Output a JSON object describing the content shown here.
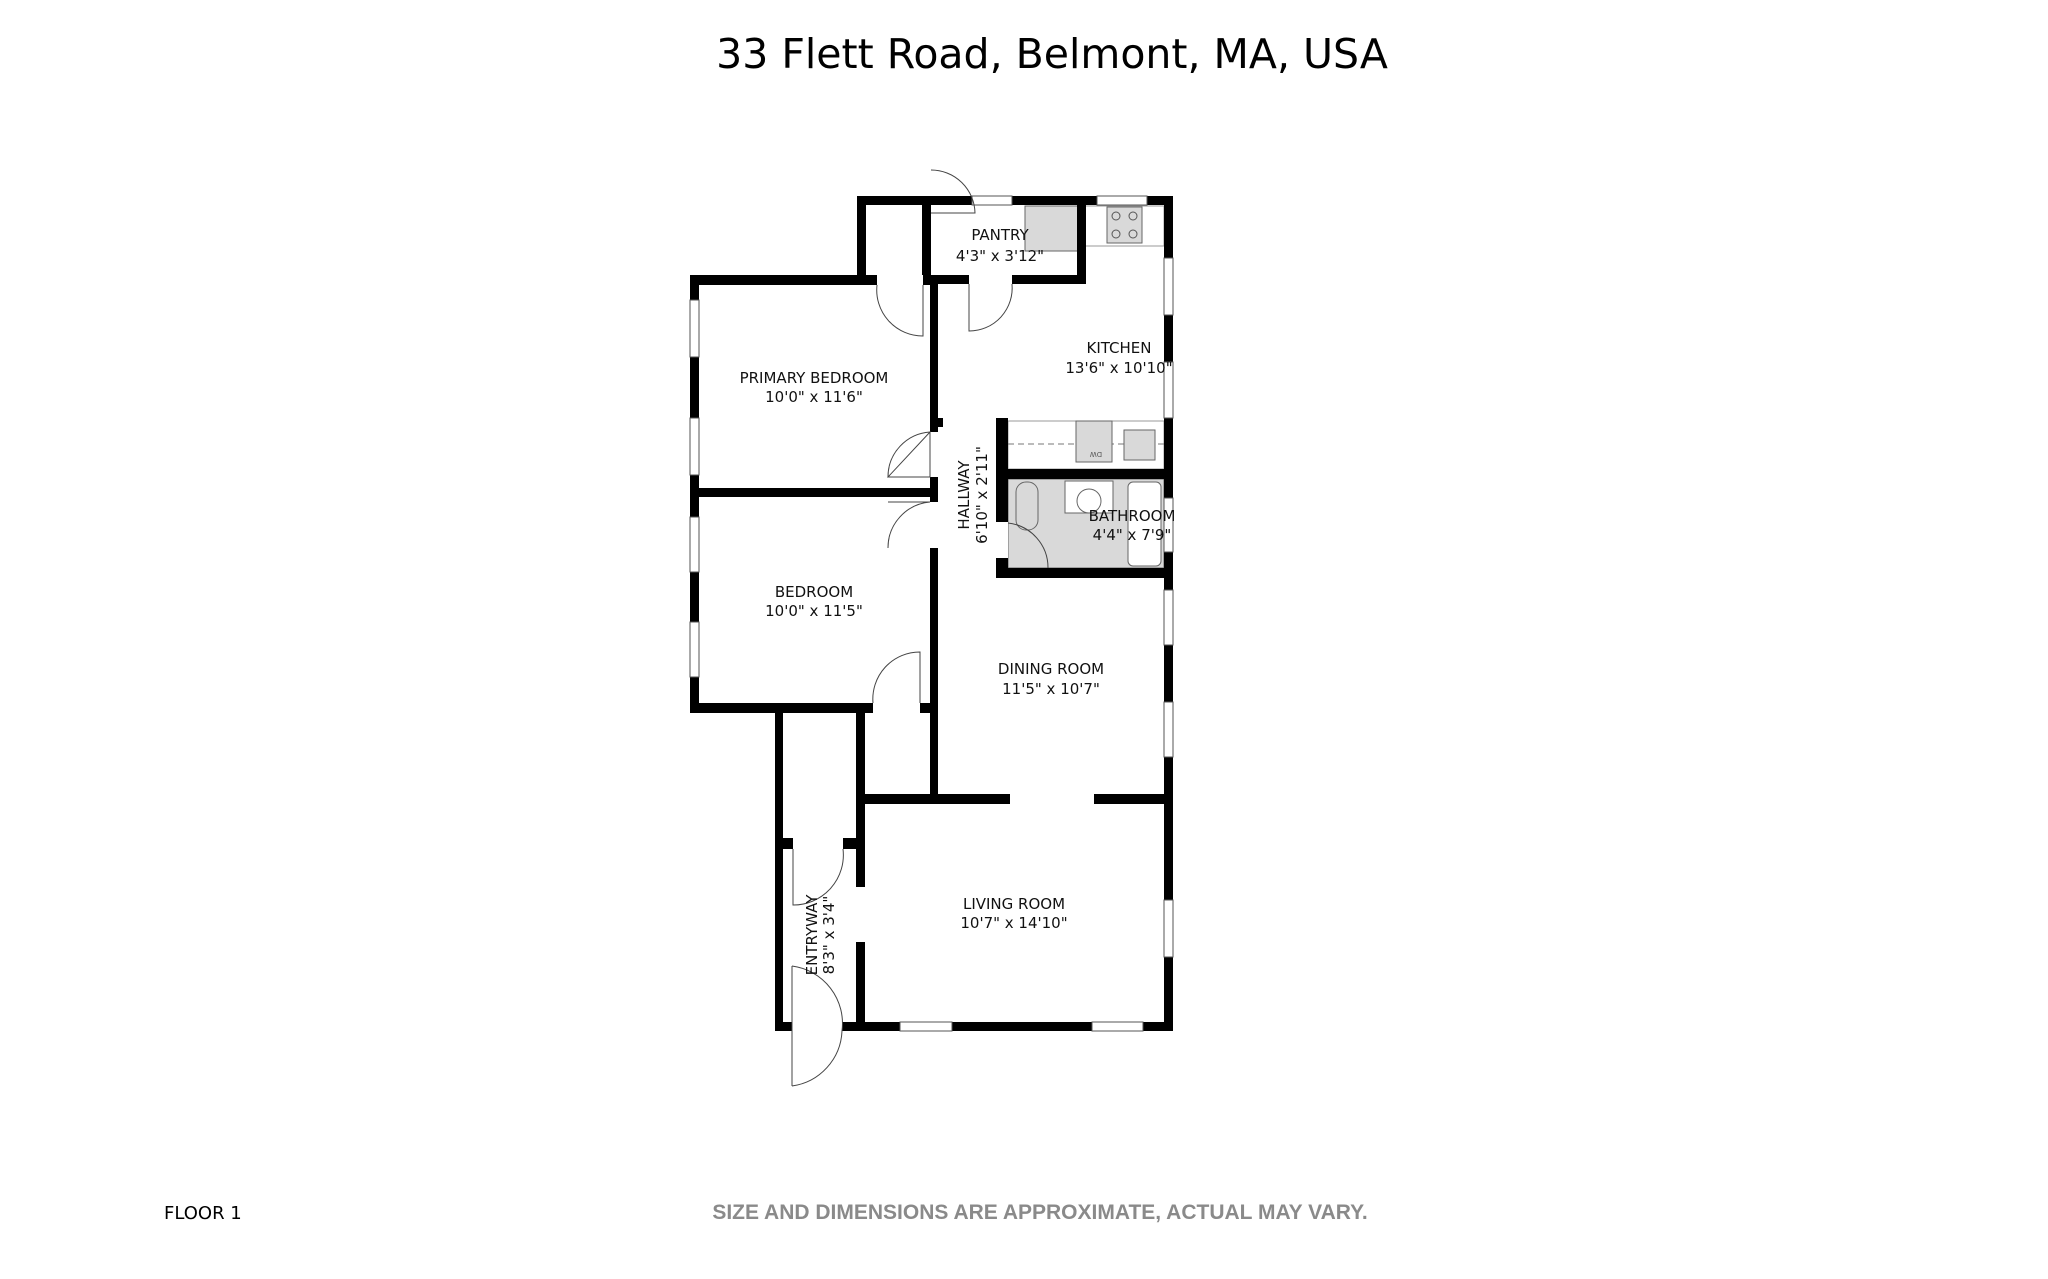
{
  "title": "33 Flett Road, Belmont, MA, USA",
  "floor_label": "FLOOR 1",
  "disclaimer": "SIZE AND DIMENSIONS ARE APPROXIMATE, ACTUAL MAY VARY.",
  "rooms": {
    "pantry": {
      "name": "PANTRY",
      "dims": "4'3\" x 3'12\""
    },
    "kitchen": {
      "name": "KITCHEN",
      "dims": "13'6\" x 10'10\""
    },
    "primary_bedroom": {
      "name": "PRIMARY BEDROOM",
      "dims": "10'0\" x 11'6\""
    },
    "hallway": {
      "name": "HALLWAY",
      "dims": "6'10\" x 2'11\""
    },
    "bathroom": {
      "name": "BATHROOM",
      "dims": "4'4\" x 7'9\""
    },
    "bedroom": {
      "name": "BEDROOM",
      "dims": "10'0\" x 11'5\""
    },
    "dining_room": {
      "name": "DINING ROOM",
      "dims": "11'5\" x 10'7\""
    },
    "living_room": {
      "name": "LIVING ROOM",
      "dims": "10'7\" x 14'10\""
    },
    "entryway": {
      "name": "ENTRYWAY",
      "dims": "8'3\" x 3'4\""
    }
  },
  "fixtures": {
    "dishwasher": "DW"
  }
}
